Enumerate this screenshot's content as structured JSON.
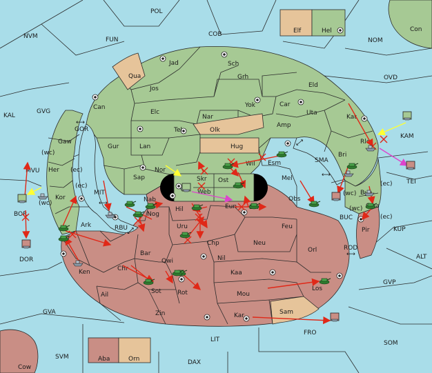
{
  "colors": {
    "sea": "#a9dde9",
    "green": "#a6c994",
    "red": "#c98e85",
    "tan": "#e6c49a",
    "move": "#e02818",
    "support": "#ffff33",
    "convoy": "#dd44cc",
    "unit": "#3a8a3a"
  },
  "seas": {
    "POL": "POL",
    "COB": "COB",
    "FUN": "FUN",
    "NVM": "NVM",
    "NOM": "NOM",
    "OVD": "OVD",
    "KAL": "KAL",
    "GVG": "GVG",
    "GOR": "GOR",
    "MVU": "MVU",
    "MIT": "MIT",
    "RBU": "RBU",
    "SMA": "SMA",
    "KUP": "KUP",
    "ALT": "ALT",
    "GVP": "GVP",
    "ROD": "ROD",
    "BUC": "BUC",
    "GVA": "GVA",
    "SVM": "SVM",
    "DAX": "DAX",
    "LIT": "LIT",
    "FRO": "FRO",
    "SOM": "SOM"
  },
  "provinces": {
    "Jad": "Jad",
    "Sch": "Sch",
    "Qua": "Qua",
    "Jos": "Jos",
    "Grh": "Grh",
    "Eld": "Eld",
    "Can": "Can",
    "Yok": "Yok",
    "Car": "Car",
    "Uta": "Uta",
    "Elc": "Elc",
    "Nar": "Nar",
    "Olk": "Olk",
    "Amp": "Amp",
    "Kat": "Kat",
    "Tel": "Tel",
    "Gur": "Gur",
    "Lan": "Lan",
    "Hug": "Hug",
    "Gaw": "Gaw",
    "Her": "Her",
    "Kor": "Kor",
    "Nor": "Nor",
    "Wil": "Wil",
    "Esm": "Esm",
    "Bri": "Bri",
    "Rle": "Rle",
    "Sap": "Sap",
    "Skr": "Skr",
    "Ost": "Ost",
    "Web": "Web",
    "Mel": "Mel",
    "Byn": "Byn",
    "Gwa": "Gwa",
    "Nab": "Nab",
    "Eun": "Eun",
    "Sun": "Sun",
    "Obs": "Obs",
    "Pir": "Pir",
    "Nog": "Nog",
    "Hil": "Hil",
    "Ark": "Ark",
    "Uru": "Uru",
    "Feu": "Feu",
    "Vel": "Vel",
    "Chp": "Chp",
    "Neu": "Neu",
    "Orl": "Orl",
    "Bar": "Bar",
    "Qwi": "Qwi",
    "Nil": "Nil",
    "Ken": "Ken",
    "Chr": "Chr",
    "Kaa": "Kaa",
    "Ail": "Ail",
    "Sot": "Sot",
    "Rot": "Rot",
    "Mou": "Mou",
    "Los": "Los",
    "Zin": "Zin",
    "Kar": "Kar",
    "Sam": "Sam",
    "Elf": "Elf",
    "Hel": "Hel",
    "Con": "Con",
    "KAM": "KAM",
    "TEI": "TEI",
    "BOR": "BOR",
    "DOR": "DOR",
    "Cow": "Cow",
    "Aba": "Aba",
    "Orn": "Orn"
  },
  "coast_tags": {
    "wc1": "(wc)",
    "ec1": "(ec)",
    "ec2": "(ec)",
    "wc2": "(wc)",
    "wc3": "(wc)",
    "ec3": "(ec)",
    "wc4": "(wc)",
    "ec4": "(ec)"
  },
  "legend": {
    "canal_symbol": "⟷"
  }
}
